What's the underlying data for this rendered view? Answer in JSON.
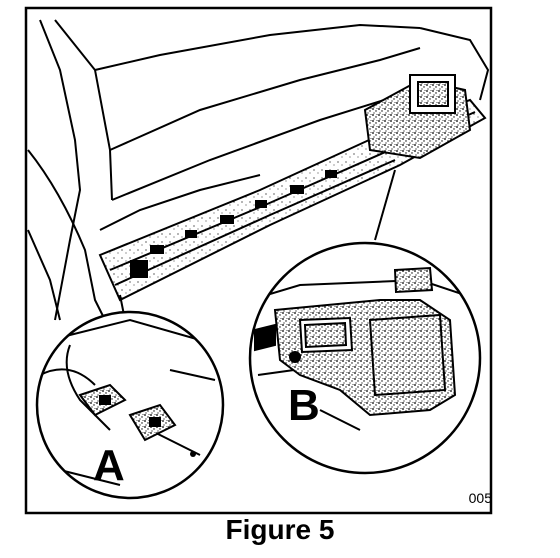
{
  "figure": {
    "caption": "Figure 5",
    "reference_number": "005",
    "callouts": {
      "a": "A",
      "b": "B"
    }
  }
}
